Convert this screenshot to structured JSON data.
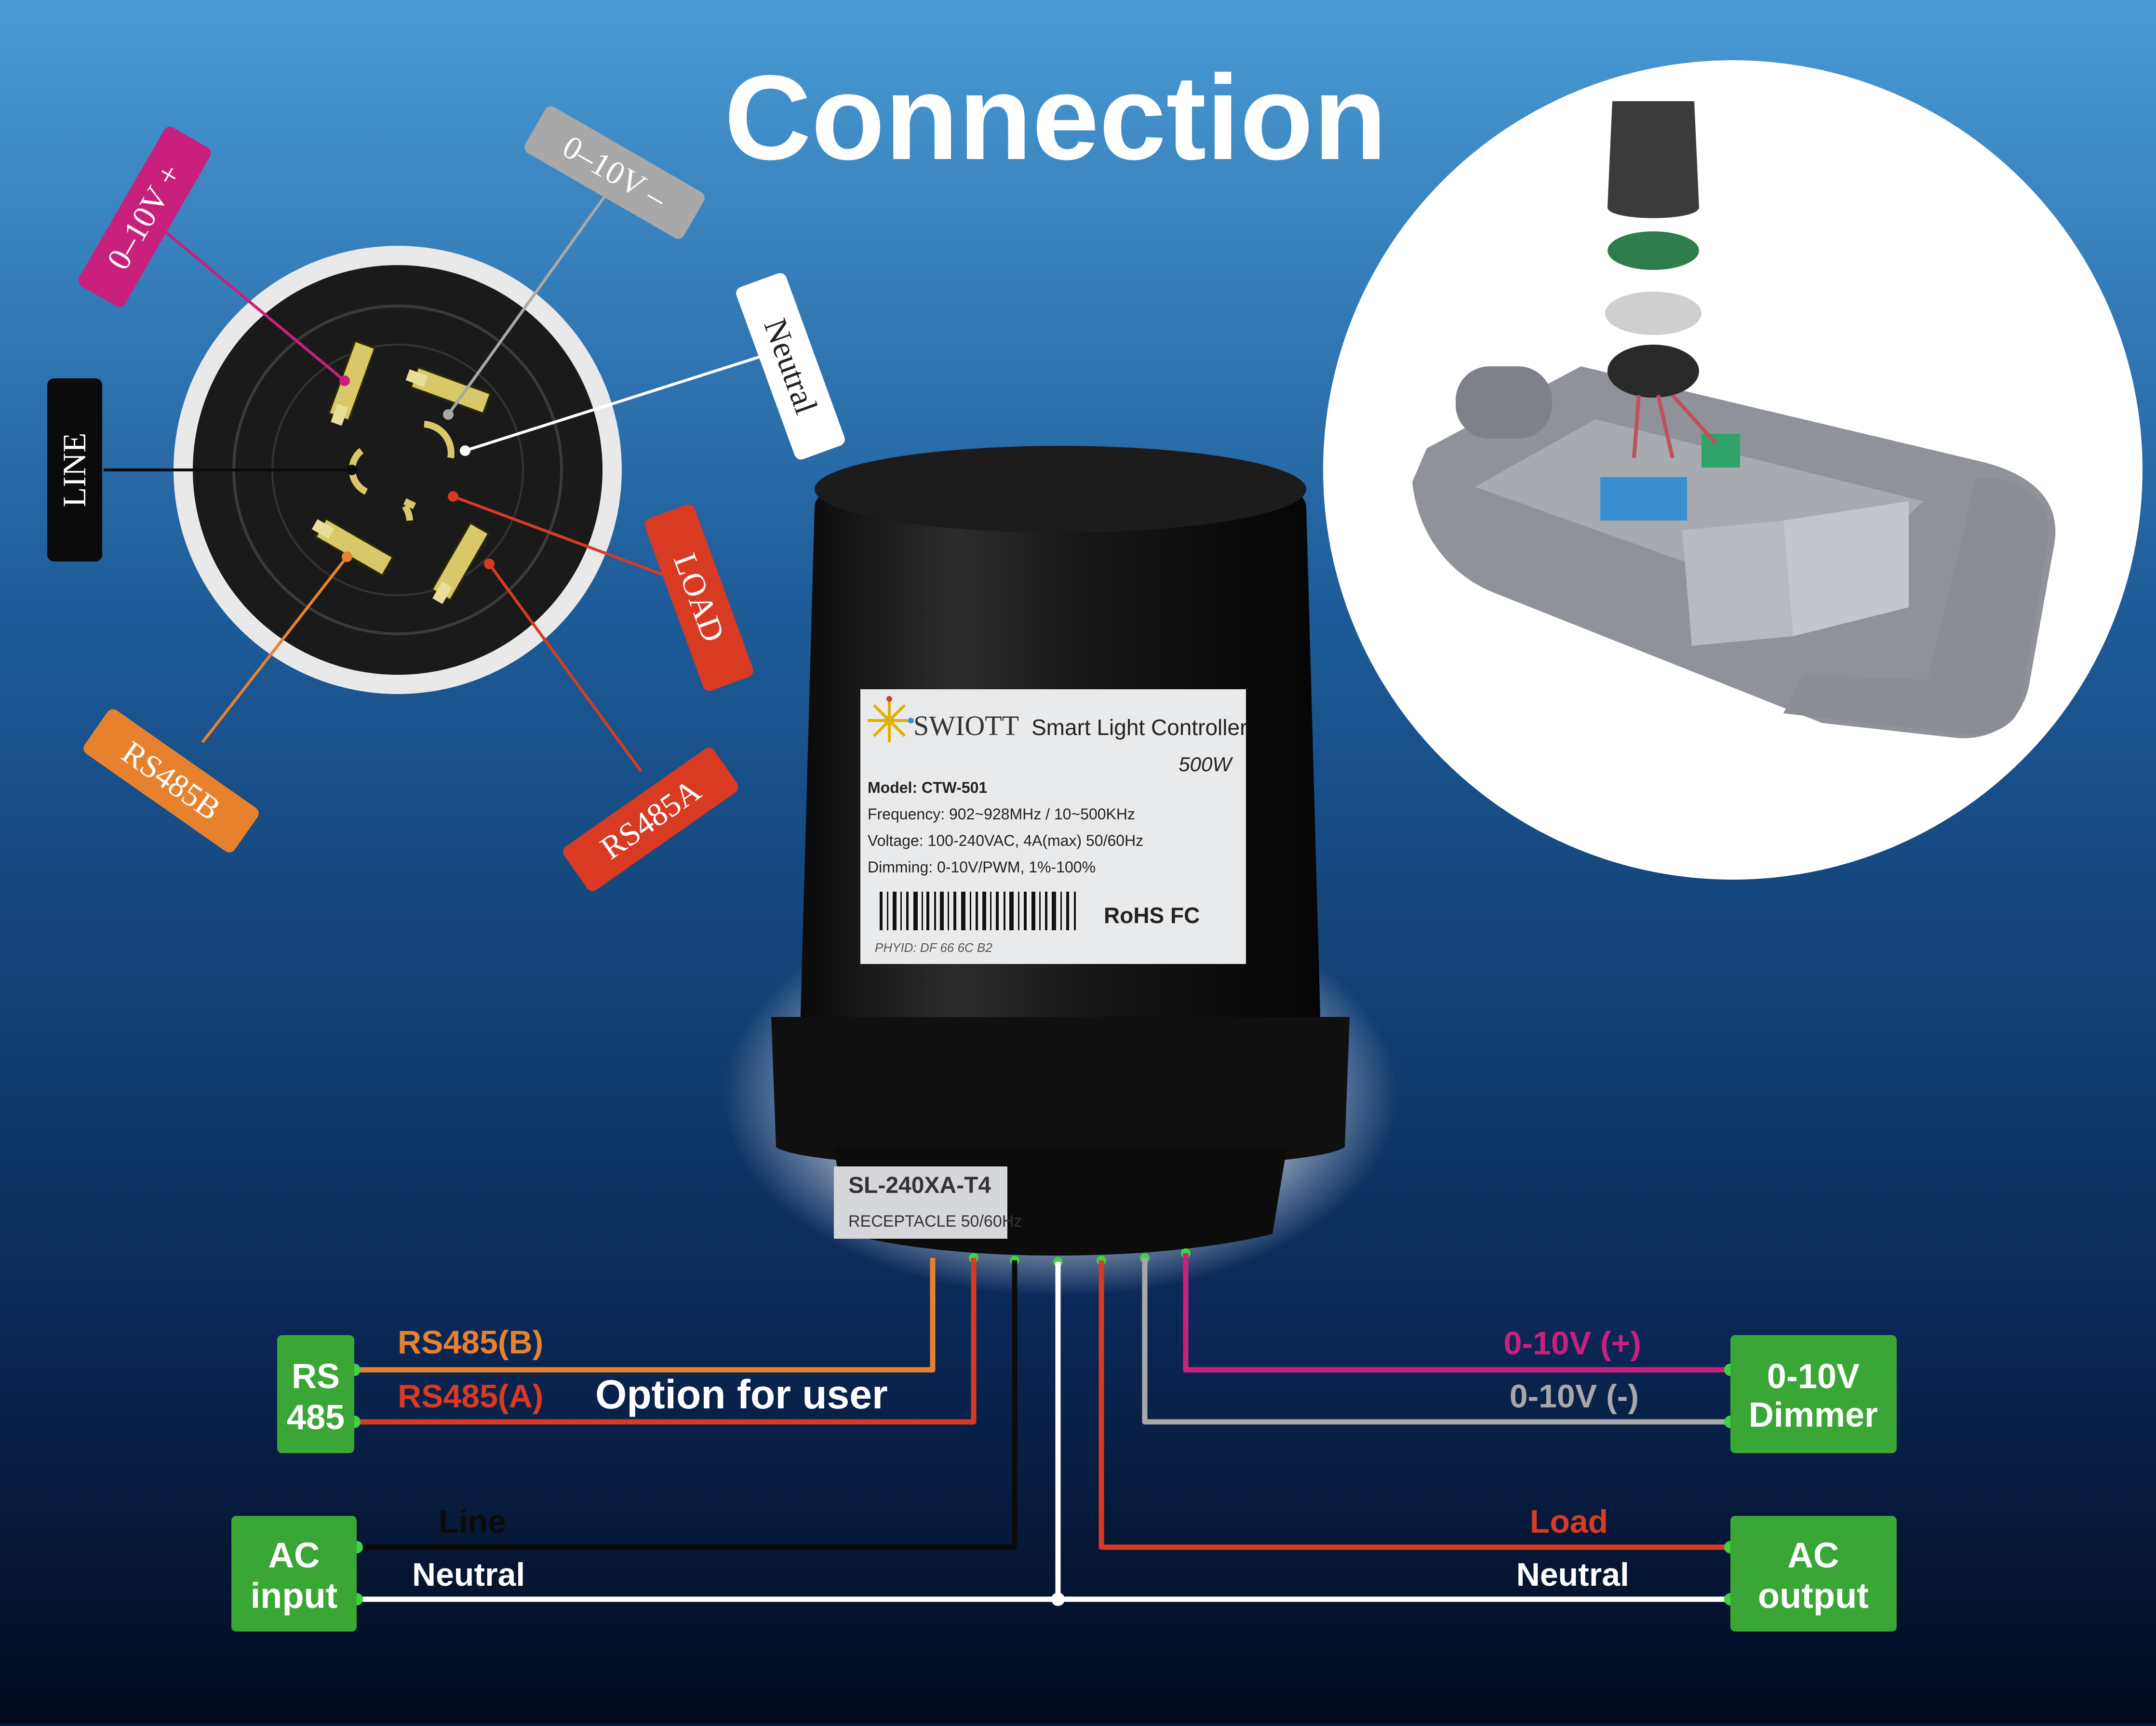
{
  "title": "Connection",
  "pin_labels": {
    "dim_plus": "0–10V +",
    "dim_minus": "0–10V –",
    "neutral": "Neutral",
    "line": "LINE",
    "load": "LOAD",
    "rs485b": "RS485B",
    "rs485a": "RS485A"
  },
  "device_label": {
    "brand": "SWIOTT",
    "product": "Smart Light Controller",
    "wattage": "500W",
    "model": "Model: CTW-501",
    "frequency": "Frequency: 902~928MHz / 10~500KHz",
    "voltage": "Voltage: 100-240VAC, 4A(max) 50/60Hz",
    "dimming": "Dimming: 0-10V/PWM, 1%-100%",
    "cert": "RoHS FC",
    "phyid": "PHYID: DF 66 6C B2",
    "base_code": "SL-240XA-T4",
    "base_text": "RECEPTACLE  50/60Hz"
  },
  "boxes": {
    "rs485": [
      "RS",
      "485"
    ],
    "ac_input": [
      "AC",
      "input"
    ],
    "dimmer": [
      "0-10V",
      "Dimmer"
    ],
    "ac_output": [
      "AC",
      "output"
    ]
  },
  "wire_labels": {
    "rs485b": "RS485(B)",
    "rs485a": "RS485(A)",
    "option": "Option for user",
    "line": "Line",
    "neutral_left": "Neutral",
    "dim_plus": "0-10V (+)",
    "dim_minus": "0-10V (-)",
    "load": "Load",
    "neutral_right": "Neutral"
  },
  "colors": {
    "bg_top": "#4a9ad4",
    "bg_bottom": "#020a1e",
    "box_green": "#3aa635",
    "orange": "#e8812e",
    "red": "#d83a22",
    "magenta": "#c9207e",
    "gray": "#a8a8a8",
    "black": "#0b0b0b",
    "white": "#ffffff"
  }
}
